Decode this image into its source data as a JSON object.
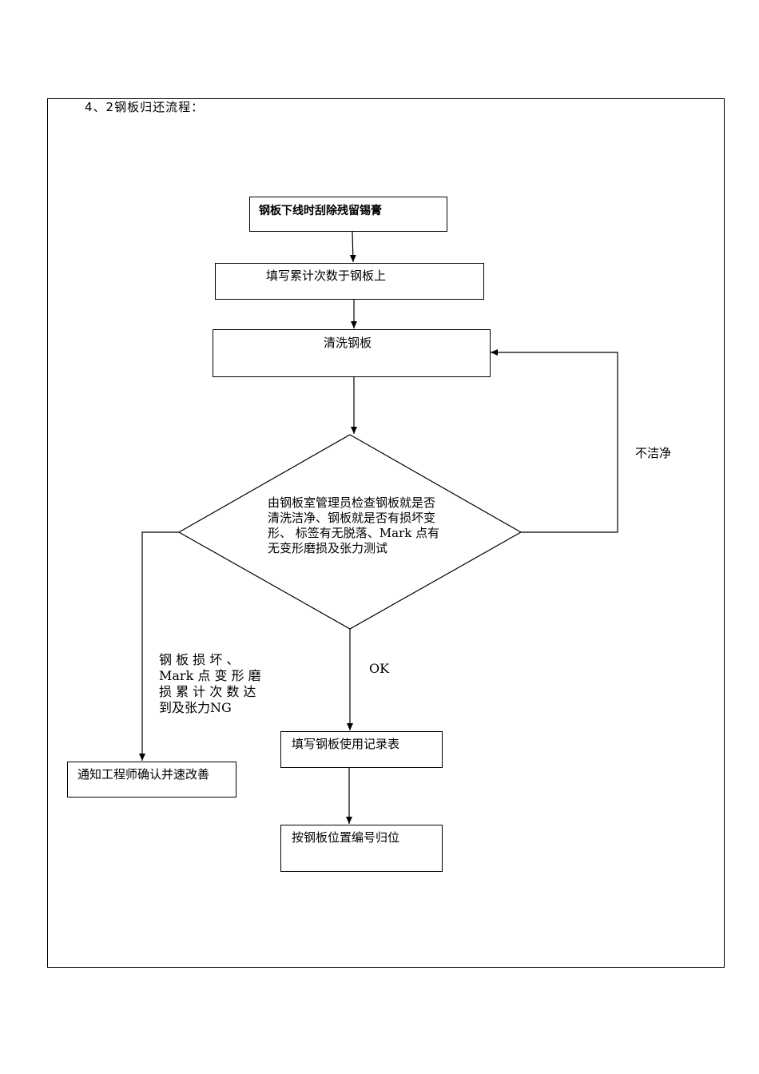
{
  "section_title": "4、2钢板归还流程：",
  "flowchart": {
    "step1": "钢板下线时刮除残留锡膏",
    "step2": "填写累计次数于钢板上",
    "step3": "清洗钢板",
    "decision": [
      "由钢板室管理员检查钢板就是否",
      "清洗洁净、钢板就是否有损坏变",
      "形、 标签有无脱落、Mark 点有",
      "无变形磨损及张力测试"
    ],
    "loop_label": "不洁净",
    "ok_label": "OK",
    "ng_label": [
      "钢 板 损 坏 、",
      "Mark 点 变 形 磨",
      "损  累 计 次 数 达",
      "到及张力NG"
    ],
    "ng_action": "通知工程师确认并速改善",
    "step4": "填写钢板使用记录表",
    "step5": "按钢板位置编号归位"
  }
}
